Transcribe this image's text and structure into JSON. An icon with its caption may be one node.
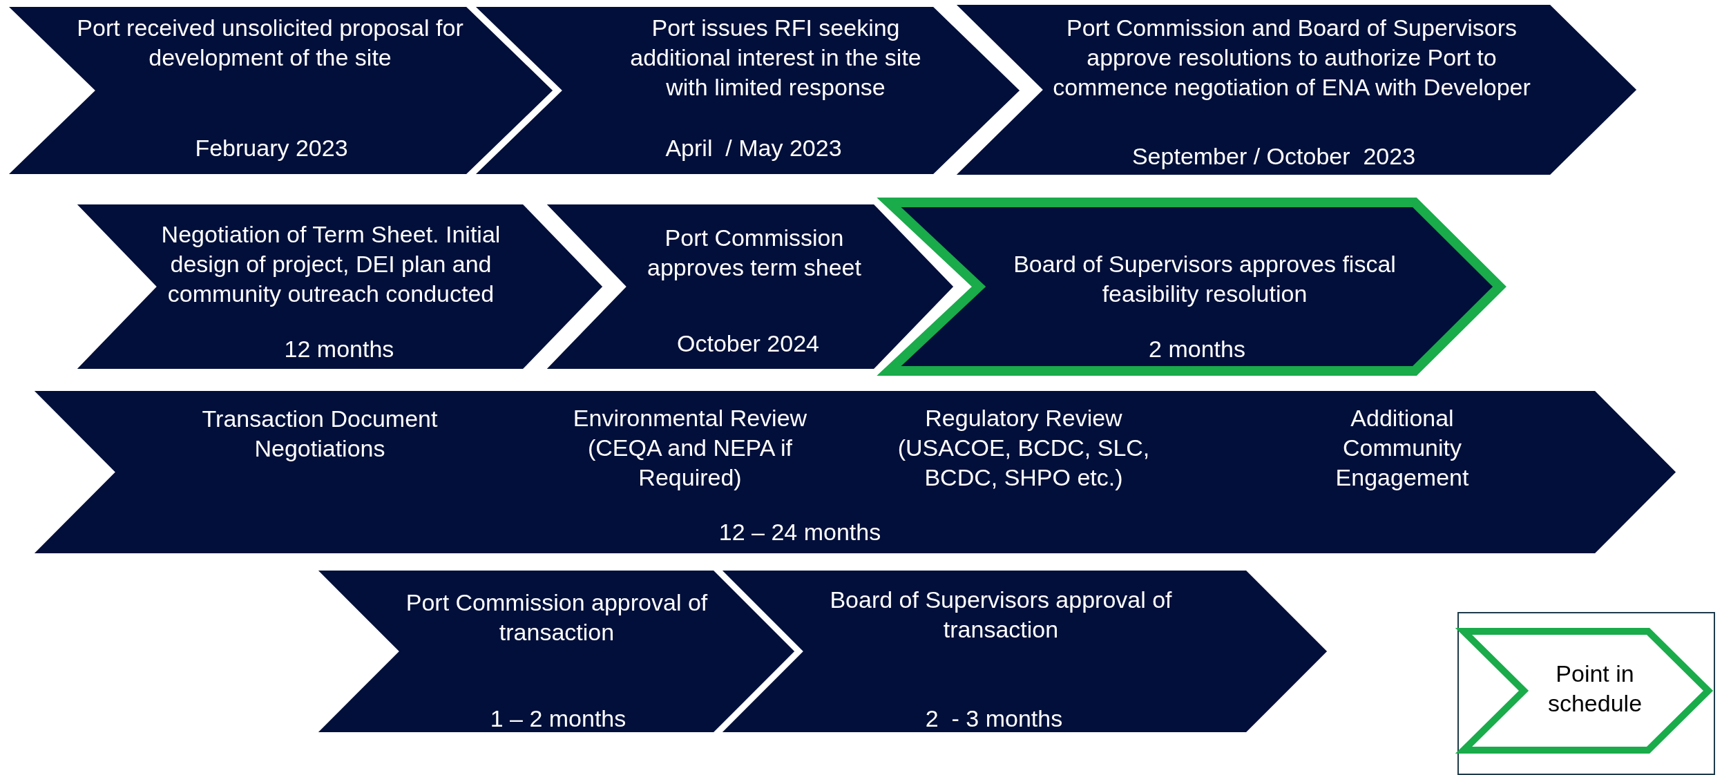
{
  "diagram": {
    "nodes": [
      {
        "text": [
          "Port received unsolicited proposal for development of the site",
          "February 2023"
        ]
      },
      {
        "text": [
          "Port issues RFI seeking additional interest in the site with limited response",
          "April  / May 2023"
        ]
      },
      {
        "text": [
          "Port Commission and Board of Supervisors approve resolutions to authorize Port to commence negotiation of ENA with Developer",
          "September / October  2023"
        ]
      },
      {
        "text": [
          "Negotiation of Term Sheet. Initial design of project, DEI plan and community outreach conducted",
          "12 months"
        ]
      },
      {
        "text": [
          "Port Commission approves term sheet",
          "October 2024"
        ]
      },
      {
        "text": [
          "Board of Supervisors approves fiscal feasibility resolution",
          "2 months"
        ]
      },
      {
        "text": [
          "Transaction Document Negotiations",
          "Environmental Review (CEQA and NEPA if Required)",
          "Regulatory Review (USACOE, BCDC, SLC, BCDC, SHPO etc.)",
          "Additional Community Engagement",
          "12 – 24 months"
        ]
      },
      {
        "text": [
          "Port Commission approval of transaction",
          "1 – 2 months"
        ]
      },
      {
        "text": [
          "Board of Supervisors approval of transaction",
          "2  - 3 months"
        ]
      },
      {
        "text": [
          "Point in schedule"
        ]
      }
    ]
  }
}
